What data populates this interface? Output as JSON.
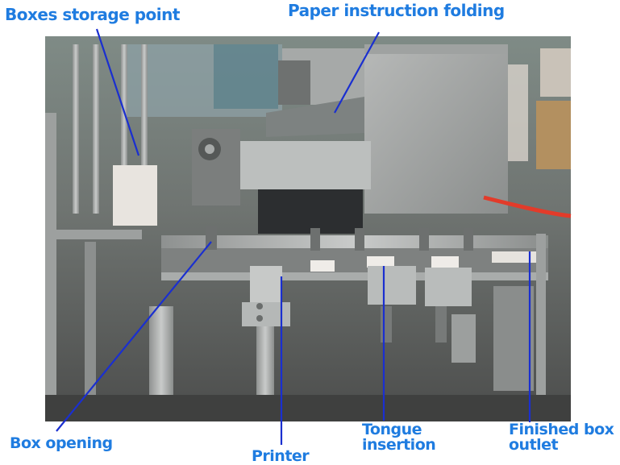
{
  "labels": {
    "storage": "Boxes storage point",
    "paper": "Paper instruction folding",
    "opening": "Box opening",
    "printer": "Printer",
    "tongue_l1": "Tongue",
    "tongue_l2": "insertion",
    "finished_l1": "Finished box",
    "finished_l2": "outlet"
  },
  "colors": {
    "label": "#1f7ce0",
    "pointer": "#1a2fd0"
  }
}
